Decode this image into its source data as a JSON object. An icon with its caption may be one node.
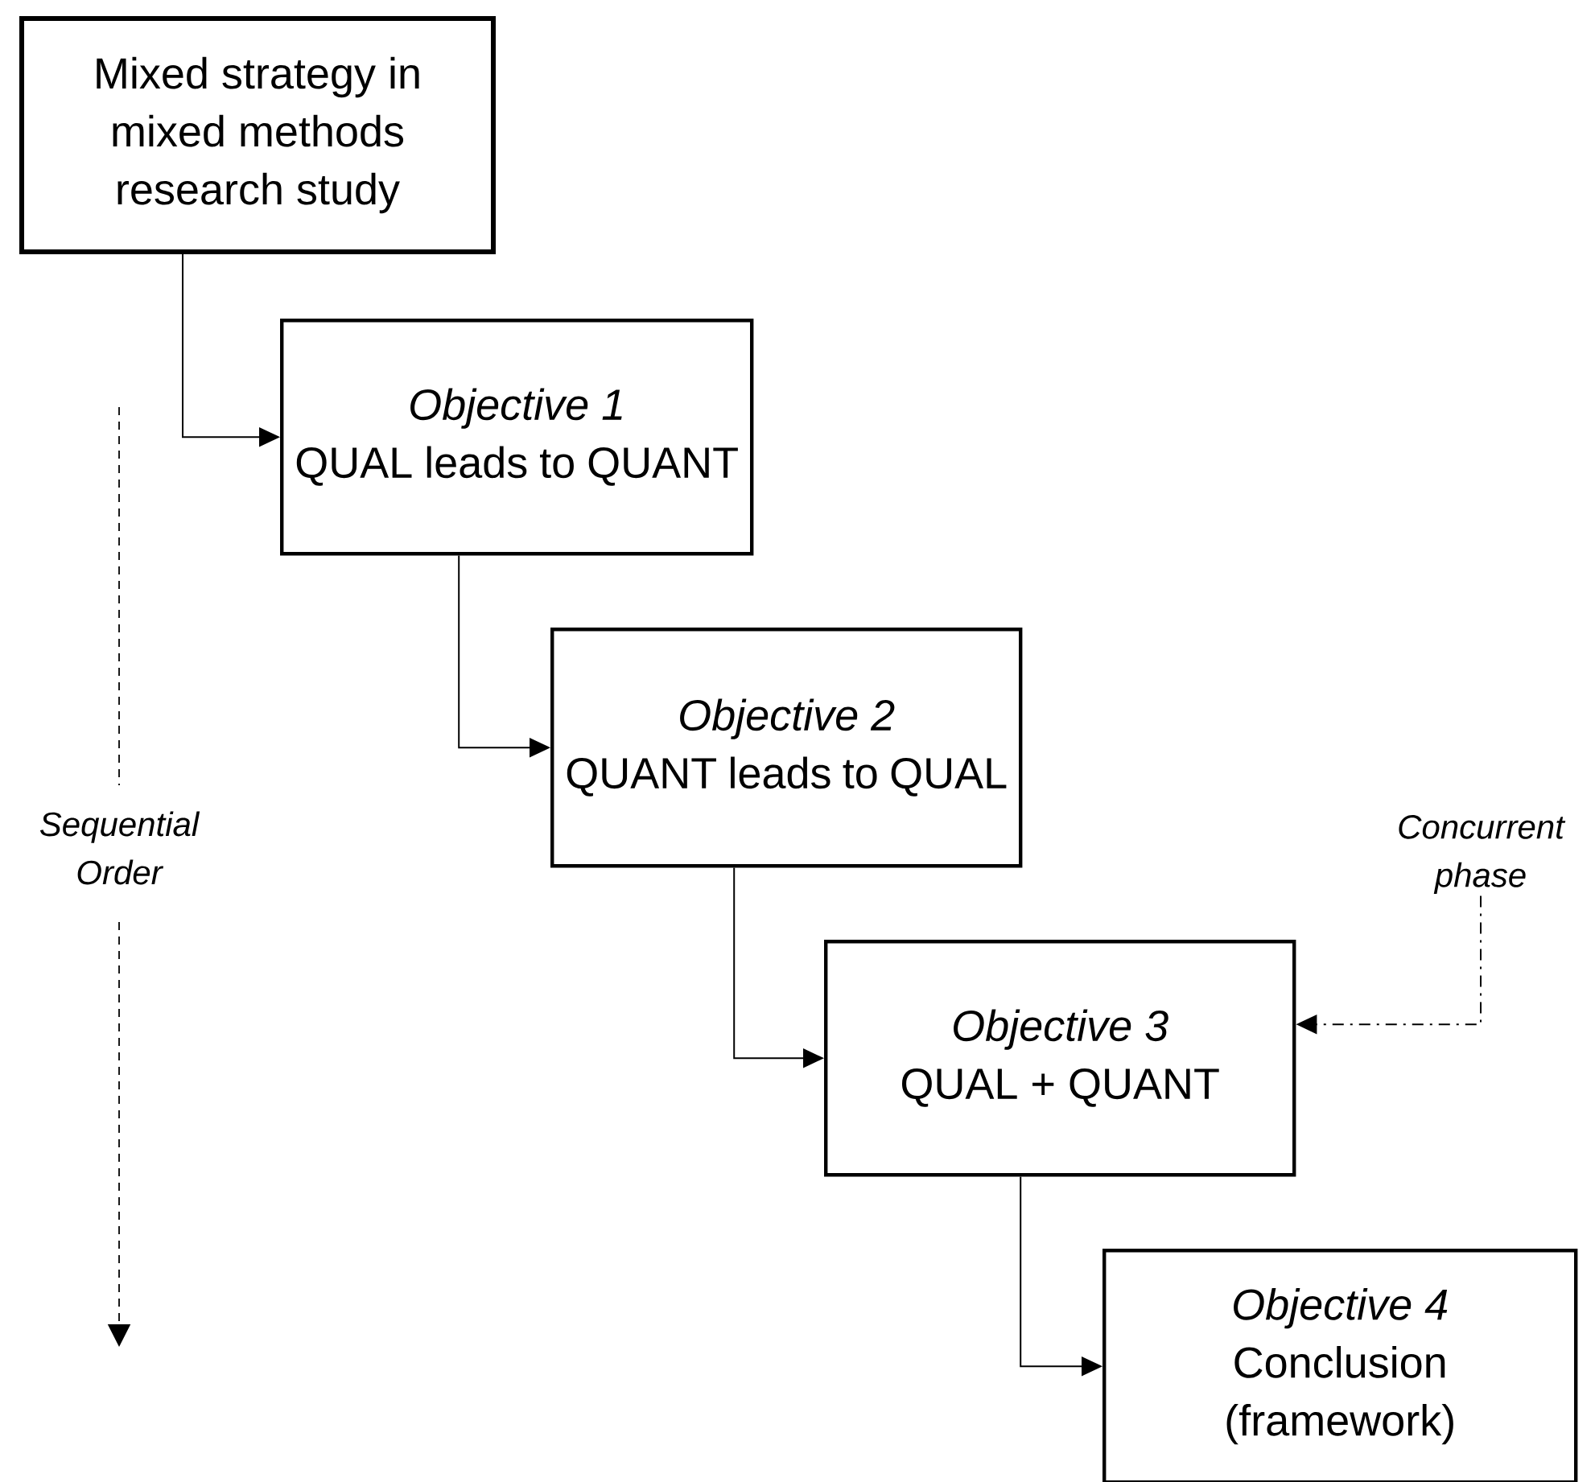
{
  "diagram": {
    "nodes": [
      {
        "text": [
          "Mixed strategy in mixed methods research study"
        ]
      },
      {
        "text": [
          "Objective 1",
          "QUAL leads to QUANT"
        ]
      },
      {
        "text": [
          "Objective 2",
          "QUANT leads to QUAL"
        ]
      },
      {
        "text": [
          "Objective 3",
          "QUAL + QUANT"
        ]
      },
      {
        "text": [
          "Objective 4",
          "Conclusion (framework)"
        ]
      },
      {
        "text": [
          "Concurrent phase"
        ]
      }
    ],
    "edges": [
      {
        "from": 0,
        "to": 1,
        "arrow": "to"
      },
      {
        "from": 1,
        "to": 2,
        "arrow": "to"
      },
      {
        "from": 2,
        "to": 3,
        "arrow": "to"
      },
      {
        "from": 3,
        "to": 4,
        "arrow": "to"
      },
      {
        "from": 5,
        "to": 3,
        "arrow": "to",
        "style": "dashed"
      }
    ],
    "labels": [
      "Sequential Order"
    ]
  }
}
